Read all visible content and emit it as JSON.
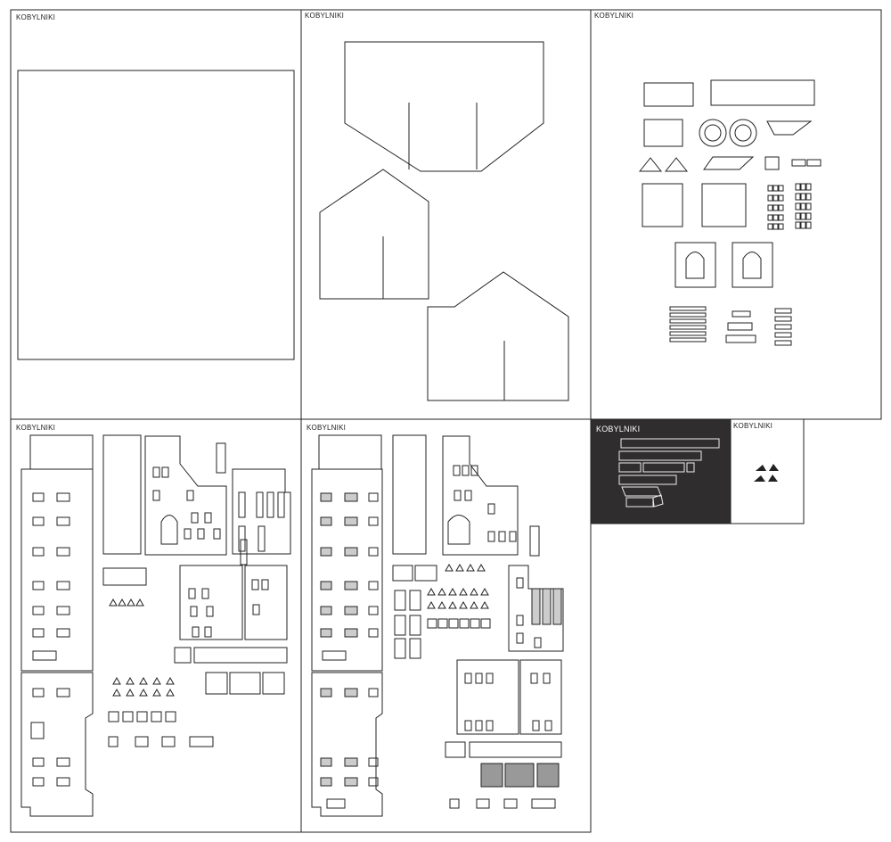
{
  "sheets": [
    {
      "label": "KOBYLNIKI"
    },
    {
      "label": "KOBYLNIKI"
    },
    {
      "label": "KOBYLNIKI"
    },
    {
      "label": "KOBYLNIKI"
    },
    {
      "label": "KOBYLNIKI"
    },
    {
      "label": "KOBYLNIKI"
    },
    {
      "label": "KOBYLNIKI"
    }
  ],
  "colors": {
    "line": "#222222",
    "dark_sheet": "#2f2d2e",
    "background": "#ffffff"
  }
}
